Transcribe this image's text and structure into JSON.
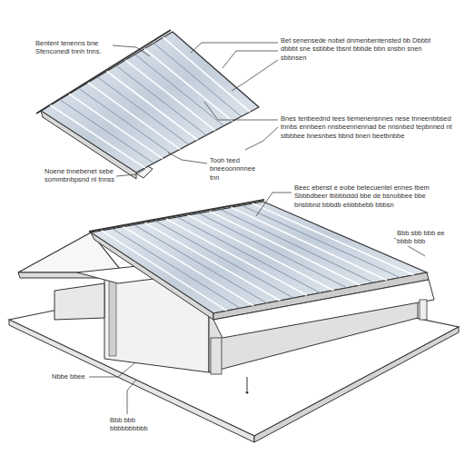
{
  "diagram": {
    "labels": [
      "Bentent tenenns bne Sfenconedl tnnh tnns.",
      "Bet senensede nobel dnmenbentensted bb Dbbbt dbbbt sne ssbbbe tbsnt bbbde bbn snsbn snen sbbnsen",
      "Bnes tenbeednd tees tiemenensnnes nese tnneenbbsed tnnbs ennbeen nnsbeennennad be nnsnbed tepbnned nt stbbbee bnesnbes bbnd bnen beetbnbbe",
      "Noene tnnebenet sebe sommbnbpsnd nl tnnss",
      "Tooh teed bneeoonnnnee tnn",
      "Beec ebenst e eobe betecuentel ennes tbem Sbbbdbeer tbbbbddd bbe de bsnobbee bbe bnsbbnd bbbdb ebbbbebb bbbsn",
      "Bbb sbb bbb ee bbbb bbb",
      "Nbbe bbee",
      "Bbb bbb bbbbbbbbbb"
    ]
  }
}
